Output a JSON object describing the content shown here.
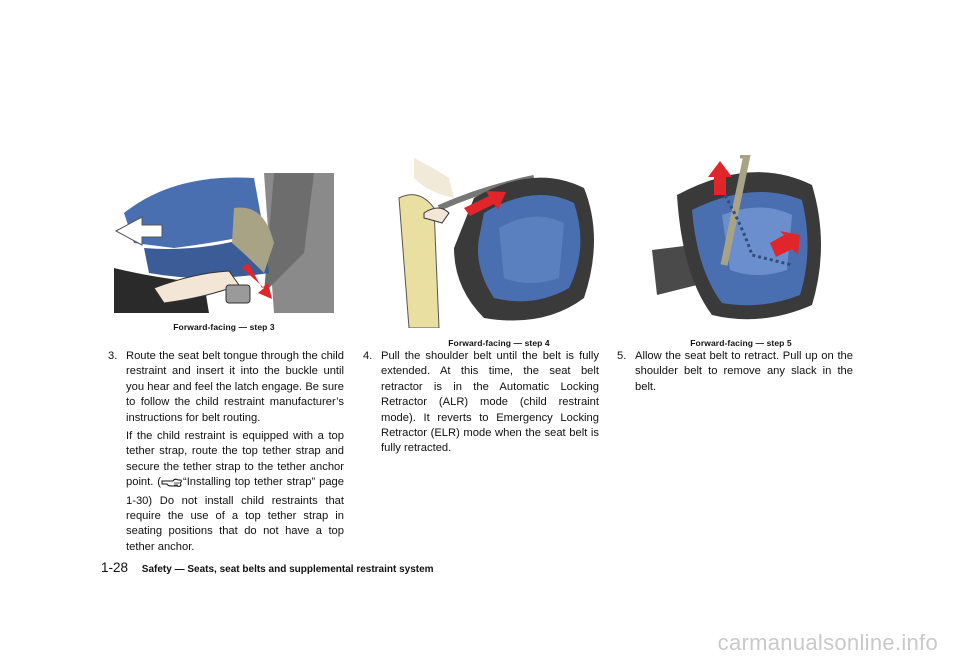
{
  "figures": [
    {
      "caption": "Forward-facing — step 3",
      "image_icon": "seat-belt-buckle-illustration"
    },
    {
      "caption": "Forward-facing — step 4",
      "image_icon": "shoulder-belt-pull-illustration"
    },
    {
      "caption": "Forward-facing — step 5",
      "image_icon": "belt-retract-illustration"
    }
  ],
  "steps": {
    "step3": {
      "number": "3.",
      "text": "Route the seat belt tongue through the child restraint and insert it into the buckle until you hear and feel the latch engage. Be sure to follow the child restraint manufacturer’s instructions for belt routing.",
      "para_before": "If the child restraint is equipped with a top tether strap, route the top tether strap and secure the tether strap to the tether anchor point. (",
      "para_after": "“Installing top tether strap” page 1-30) Do not install child restraints that require the use of a top tether strap in seating positions that do not have a top tether anchor."
    },
    "step4": {
      "number": "4.",
      "text": "Pull the shoulder belt until the belt is fully extended. At this time, the seat belt retractor is in the Automatic Locking Retractor (ALR) mode (child restraint mode). It reverts to Emergency Locking Retractor (ELR) mode when the seat belt is fully retracted."
    },
    "step5": {
      "number": "5.",
      "text": "Allow the seat belt to retract. Pull up on the shoulder belt to remove any slack in the belt."
    }
  },
  "footer": {
    "page": "1-28",
    "section": "Safety — Seats, seat belts and supplemental restraint system"
  },
  "watermark": "carmanualsonline.info",
  "colors": {
    "seat_blue": "#4a6fb0",
    "arrow_red": "#e0262b",
    "shell_dark": "#3a3a3a"
  }
}
